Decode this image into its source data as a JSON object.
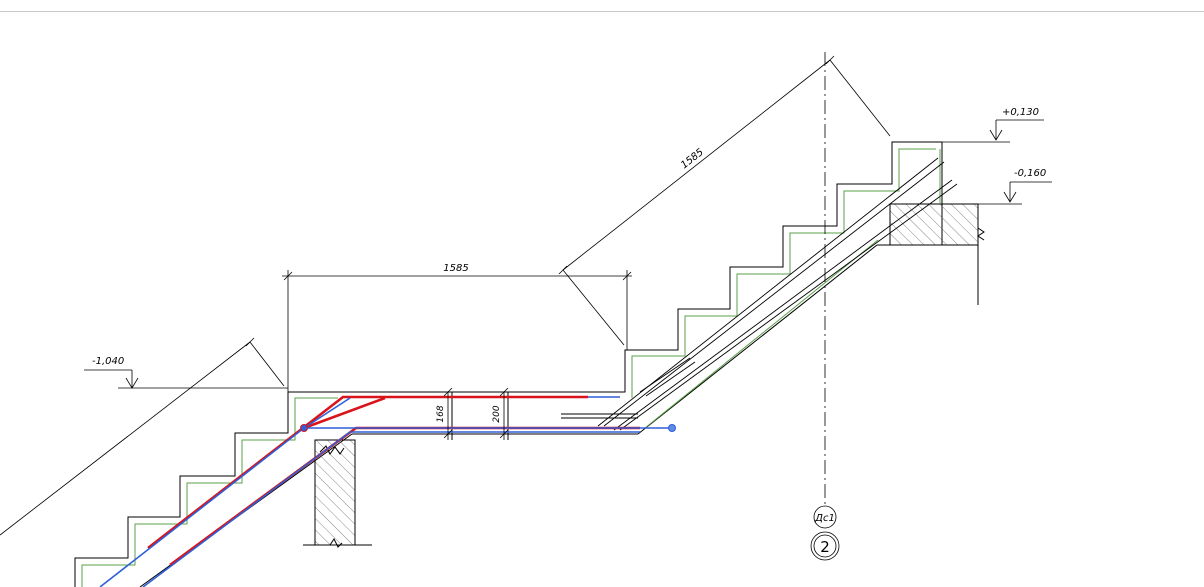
{
  "drawing": {
    "dimensions": {
      "landing_length": "1585",
      "flight_length": "1585",
      "slab_thickness_inner": "168",
      "slab_thickness_outer": "200"
    },
    "levels": {
      "top_finish": "+0,130",
      "top_structure": "-0,160",
      "landing": "-1,040"
    },
    "grid_axis": {
      "label": "Дс1",
      "number": "2"
    },
    "colors": {
      "rebar_top": "#d9141b",
      "rebar_bottom": "#2e5fd8",
      "finish_line": "#5aa04a",
      "line": "#000000"
    }
  }
}
